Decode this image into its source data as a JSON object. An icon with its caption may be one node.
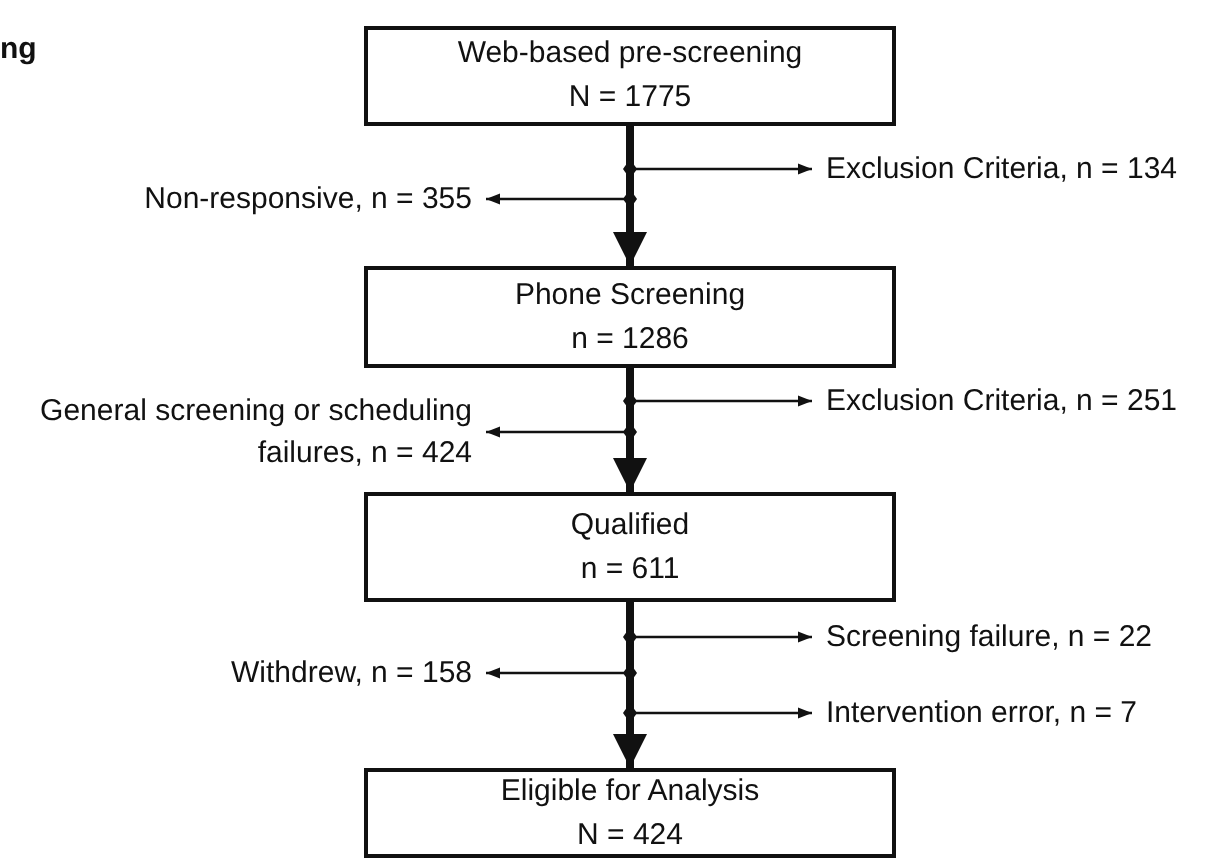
{
  "diagram": {
    "title": "ng",
    "nodes": [
      {
        "text": [
          "Web-based pre-screening",
          "N = 1775"
        ]
      },
      {
        "text": [
          "Exclusion Criteria, n = 134"
        ]
      },
      {
        "text": [
          "Non-responsive, n = 355"
        ]
      },
      {
        "text": [
          "Phone Screening",
          "n = 1286"
        ]
      },
      {
        "text": [
          "Exclusion Criteria, n = 251"
        ]
      },
      {
        "text": [
          "General screening or scheduling failures, n = 424"
        ]
      },
      {
        "text": [
          "Qualified",
          "n = 611"
        ]
      },
      {
        "text": [
          "Screening failure, n = 22"
        ]
      },
      {
        "text": [
          "Withdrew, n = 158"
        ]
      },
      {
        "text": [
          "Intervention error, n = 7"
        ]
      },
      {
        "text": [
          "Eligible for Analysis",
          "N = 424"
        ]
      }
    ],
    "edges": [
      {
        "from": 0,
        "to": 3,
        "arrow": "to",
        "style": "thick"
      },
      {
        "from": 0,
        "to": 1,
        "arrow": "to"
      },
      {
        "from": 0,
        "to": 2,
        "arrow": "to"
      },
      {
        "from": 3,
        "to": 6,
        "arrow": "to",
        "style": "thick"
      },
      {
        "from": 3,
        "to": 4,
        "arrow": "to"
      },
      {
        "from": 3,
        "to": 5,
        "arrow": "to"
      },
      {
        "from": 6,
        "to": 10,
        "arrow": "to",
        "style": "thick"
      },
      {
        "from": 6,
        "to": 7,
        "arrow": "to"
      },
      {
        "from": 6,
        "to": 8,
        "arrow": "to"
      },
      {
        "from": 6,
        "to": 9,
        "arrow": "to"
      }
    ]
  }
}
